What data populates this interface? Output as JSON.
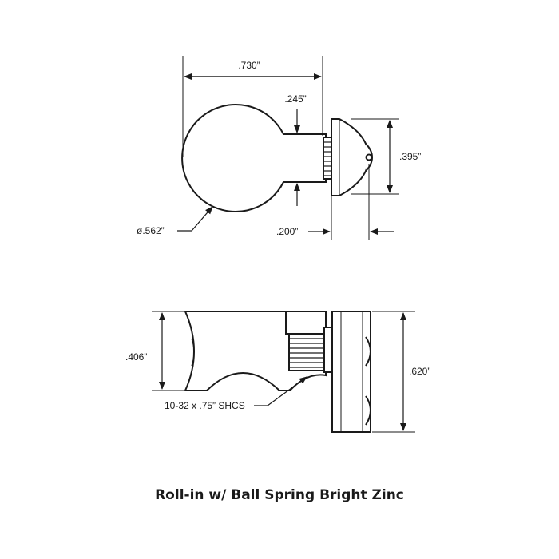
{
  "drawing": {
    "top_view": {
      "overall_width": ".730”",
      "neck_height": ".245”",
      "cap_height": ".395”",
      "ball_diameter": "ø.562”",
      "cap_depth": ".200”"
    },
    "side_view": {
      "body_height": ".406”",
      "plate_height": ".620”",
      "screw_callout": "10-32 x .75” SHCS"
    }
  },
  "caption": "Roll-in w/ Ball Spring Bright Zinc"
}
